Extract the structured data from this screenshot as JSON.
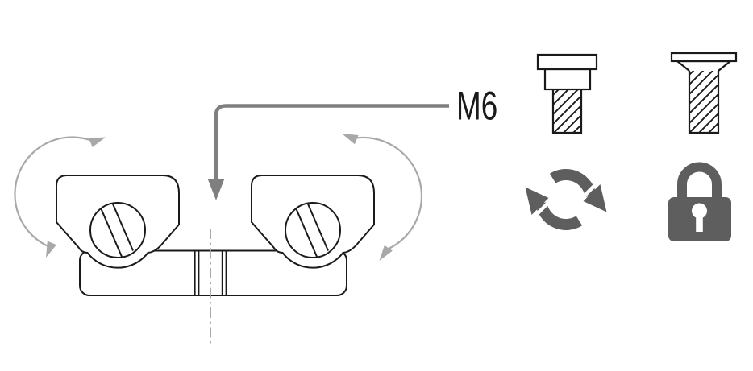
{
  "diagram": {
    "label": "M6",
    "colors": {
      "line": "#1a1a1a",
      "leader_gray": "#7f7f7f",
      "arrow_gray": "#a8a8a8",
      "centerline_gray": "#a6a6a6",
      "icon_gray": "#5e5e5e"
    },
    "icons": {
      "top_left": "cheese-head-screw",
      "top_right": "countersunk-screw",
      "bottom_left": "rotate",
      "bottom_right": "lock"
    }
  }
}
